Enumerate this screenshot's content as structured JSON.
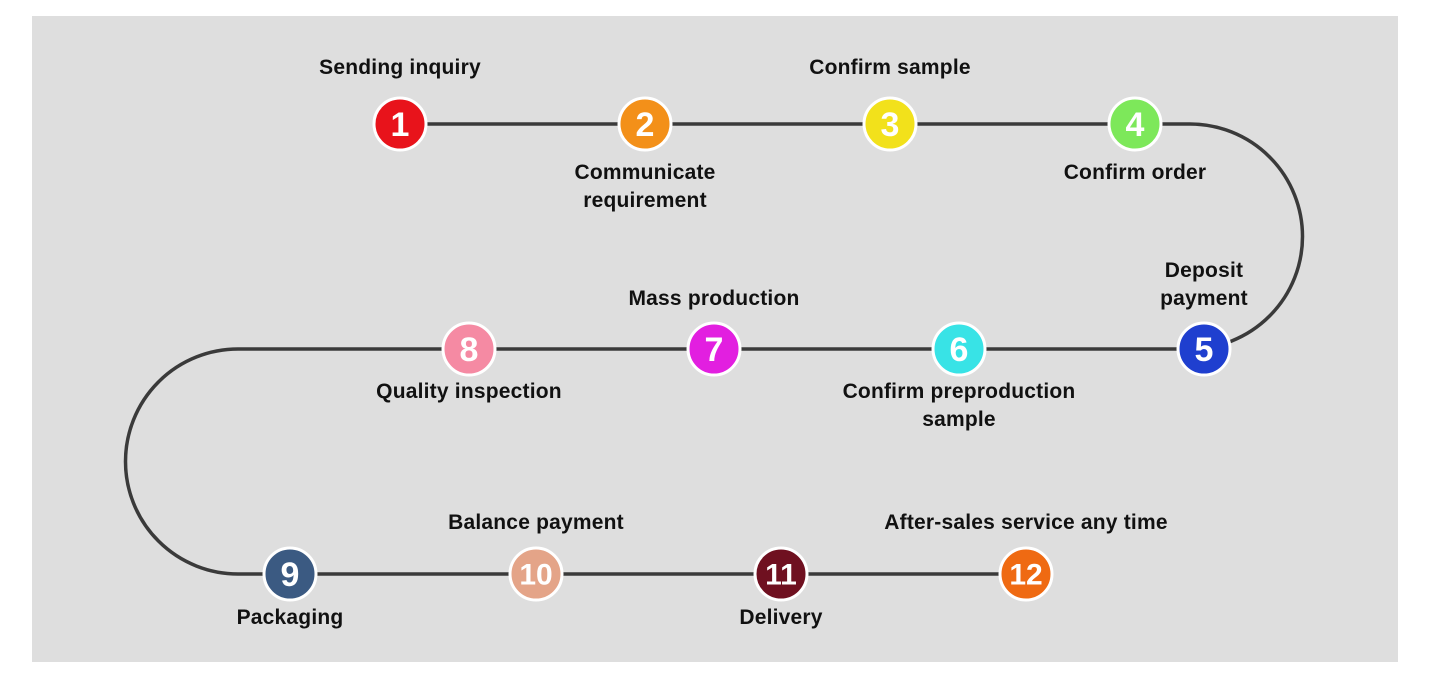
{
  "colors": {
    "background": "#dedede",
    "path": "#3a3a3a",
    "label_text": "#111111"
  },
  "steps": [
    {
      "number": "1",
      "label": "Sending inquiry",
      "color": "#e8131b"
    },
    {
      "number": "2",
      "label": "Communicate\nrequirement",
      "color": "#f39019"
    },
    {
      "number": "3",
      "label": "Confirm sample",
      "color": "#f2e11b"
    },
    {
      "number": "4",
      "label": "Confirm order",
      "color": "#7de85a"
    },
    {
      "number": "5",
      "label": "Deposit\npayment",
      "color": "#1f3fcf"
    },
    {
      "number": "6",
      "label": "Confirm preproduction\nsample",
      "color": "#38e3e6"
    },
    {
      "number": "7",
      "label": "Mass production",
      "color": "#e21fe0"
    },
    {
      "number": "8",
      "label": "Quality inspection",
      "color": "#f58aa3"
    },
    {
      "number": "9",
      "label": "Packaging",
      "color": "#3b5a82"
    },
    {
      "number": "10",
      "label": "Balance payment",
      "color": "#e4a488"
    },
    {
      "number": "11",
      "label": "Delivery",
      "color": "#6f1020"
    },
    {
      "number": "12",
      "label": "After-sales service any time",
      "color": "#ef6a12"
    }
  ]
}
